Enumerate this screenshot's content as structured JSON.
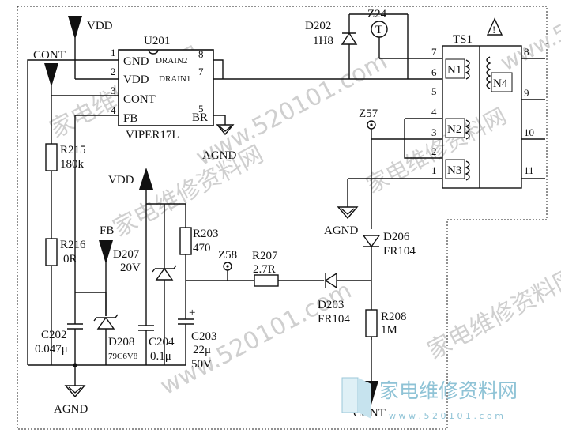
{
  "diagram": {
    "power": {
      "vdd_top": "VDD",
      "vdd_mid": "VDD"
    },
    "nets": {
      "cont_left": "CONT",
      "cont_bottom": "CONT",
      "fb": "FB",
      "agnd_ic": "AGND",
      "agnd_mid": "AGND",
      "agnd_bottom": "AGND"
    },
    "ic": {
      "ref": "U201",
      "part": "VIPER17L",
      "pins_left": [
        {
          "num": "1",
          "name": "GND"
        },
        {
          "num": "2",
          "name": "VDD"
        },
        {
          "num": "3",
          "name": "CONT"
        },
        {
          "num": "4",
          "name": "FB"
        }
      ],
      "pins_right": [
        {
          "num": "8",
          "name": "DRAIN2"
        },
        {
          "num": "7",
          "name": "DRAIN1"
        },
        {
          "num": "5",
          "name": "BR"
        }
      ]
    },
    "components": {
      "d202": {
        "ref": "D202",
        "value": "1H8"
      },
      "z24": {
        "ref": "Z24",
        "symbol": "T"
      },
      "ts1": {
        "ref": "TS1",
        "warning": "!"
      },
      "z57": {
        "ref": "Z57"
      },
      "r215": {
        "ref": "R215",
        "value": "180k"
      },
      "r216": {
        "ref": "R216",
        "value": "0R"
      },
      "d207": {
        "ref": "D207",
        "value": "20V"
      },
      "r203": {
        "ref": "R203",
        "value": "470"
      },
      "z58": {
        "ref": "Z58"
      },
      "r207": {
        "ref": "R207",
        "value": "2.7R"
      },
      "d206": {
        "ref": "D206",
        "value": "FR104"
      },
      "d203": {
        "ref": "D203",
        "value": "FR104"
      },
      "r208": {
        "ref": "R208",
        "value": "1M"
      },
      "c202": {
        "ref": "C202",
        "value": "0.047μ"
      },
      "d208": {
        "ref": "D208",
        "value": "79C6V8"
      },
      "c204": {
        "ref": "C204",
        "value": "0.1μ"
      },
      "c203": {
        "ref": "C203",
        "value": "22μ",
        "voltage": "50V",
        "polarity": "+"
      }
    },
    "transformer": {
      "pins_left": [
        "7",
        "6",
        "5",
        "4",
        "3",
        "2",
        "1"
      ],
      "pins_right": [
        "8",
        "9",
        "10",
        "11"
      ],
      "windings": [
        "N1",
        "N2",
        "N3",
        "N4"
      ]
    }
  },
  "watermarks": {
    "site": "www.520101.com",
    "cn": "家电维修资料网",
    "logo_cn": "家电维修资料网",
    "logo_url": "w w w . 5 2 0 1 0 1 . c o m"
  }
}
